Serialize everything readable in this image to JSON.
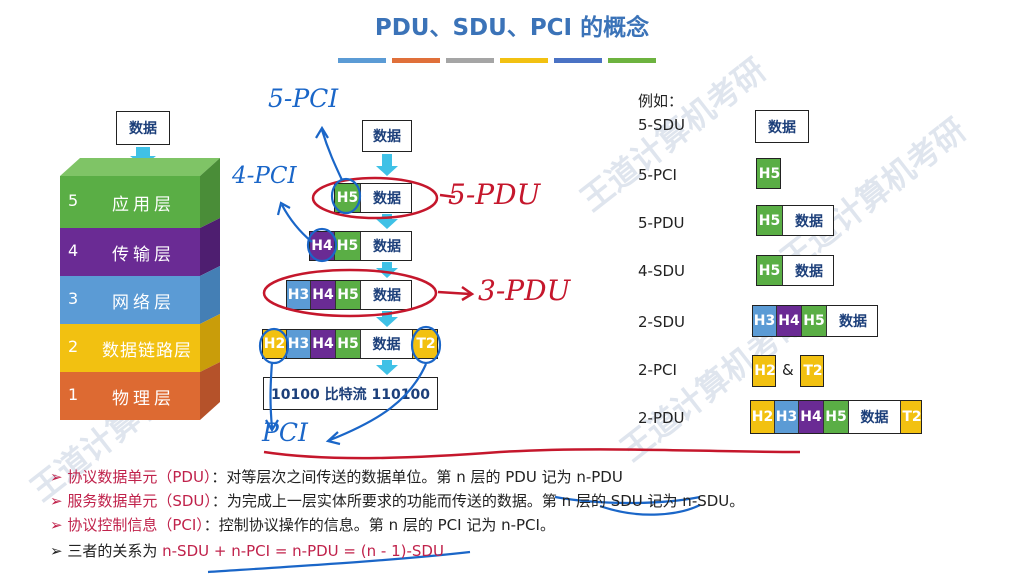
{
  "title": "PDU、SDU、PCI 的概念",
  "colors": {
    "green": "#5aae45",
    "purple": "#6a2b94",
    "blue": "#5b9bd5",
    "yellow": "#f2c111",
    "orange": "#dd6a32",
    "box_text": "#1c3f7a",
    "ink": "#1a66c8",
    "red_ink": "#c5172c",
    "title": "#3b73b8"
  },
  "color_bars": [
    "#5b9bd5",
    "#e0703a",
    "#a5a5a5",
    "#f2c111",
    "#4a72c4",
    "#6db33f"
  ],
  "stack": {
    "top_box": "数据",
    "layers": [
      {
        "num": "5",
        "name": "应用层",
        "color": "#5aae45"
      },
      {
        "num": "4",
        "name": "传输层",
        "color": "#6a2b94"
      },
      {
        "num": "3",
        "name": "网络层",
        "color": "#5b9bd5"
      },
      {
        "num": "2",
        "name": "数据链路层",
        "color": "#f2c111"
      },
      {
        "num": "1",
        "name": "物理层",
        "color": "#dd6a32"
      }
    ]
  },
  "flow": {
    "data_label": "数据",
    "h5": "H5",
    "h4": "H4",
    "h3": "H3",
    "h2": "H2",
    "t2": "T2",
    "h_sub5": "5",
    "h_sub4": "4",
    "h_sub3": "3",
    "h_sub2": "2",
    "bits": "10100 比特流 110100"
  },
  "handwriting": {
    "pci5": "5-PCI",
    "pci4": "4-PCI",
    "pdu5": "5-PDU",
    "pdu3": "3-PDU",
    "pci": "PCI"
  },
  "examples": {
    "heading": "例如：",
    "rows": [
      {
        "label": "5-SDU"
      },
      {
        "label": "5-PCI"
      },
      {
        "label": "5-PDU"
      },
      {
        "label": "4-SDU"
      },
      {
        "label": "2-SDU"
      },
      {
        "label": "2-PCI"
      },
      {
        "label": "2-PDU"
      }
    ],
    "amp": "&"
  },
  "bullets": [
    {
      "term": "协议数据单元（PDU）",
      "desc": "：对等层次之间传送的数据单位。第 n 层的 PDU 记为 n-PDU"
    },
    {
      "term": "服务数据单元（SDU）",
      "desc": "：为完成上一层实体所要求的功能而传送的数据。第 n 层的 SDU 记为 n-SDU。"
    },
    {
      "term": "协议控制信息（PCI）",
      "desc": "：控制协议操作的信息。第 n 层的 PCI 记为 n-PCI。"
    },
    {
      "term": "三者的关系为 ",
      "desc": "n-SDU + n-PCI = n-PDU = (n - 1)-SDU"
    }
  ]
}
